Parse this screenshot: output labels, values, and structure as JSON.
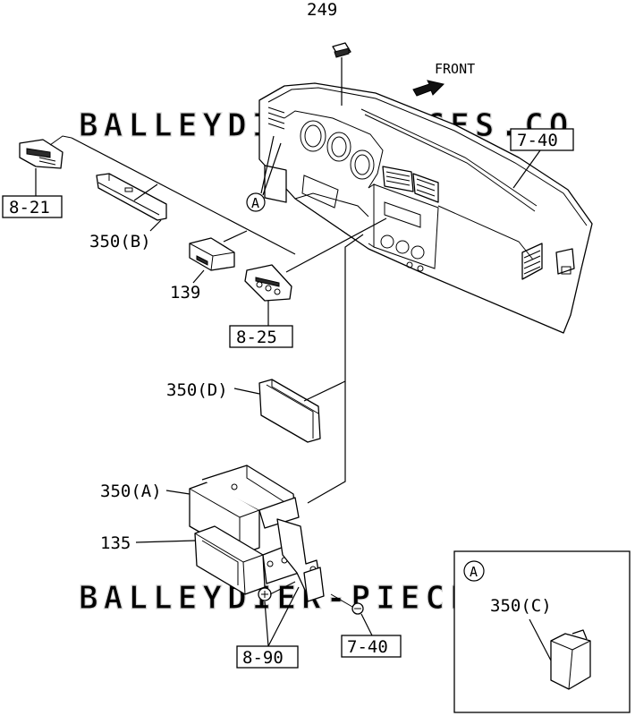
{
  "watermark": "BALLEYDIER-PIECES.CO",
  "front_label": "FRONT",
  "callouts": {
    "p249": "249",
    "p7_40_top": "7-40",
    "p8_21": "8-21",
    "p350b": "350(B)",
    "p139": "139",
    "p8_25": "8-25",
    "p350d": "350(D)",
    "p350a": "350(A)",
    "p135": "135",
    "p8_90": "8-90",
    "p7_40_bottom": "7-40"
  },
  "ref_marker": "A",
  "detail": {
    "marker": "A",
    "part": "350(C)"
  }
}
